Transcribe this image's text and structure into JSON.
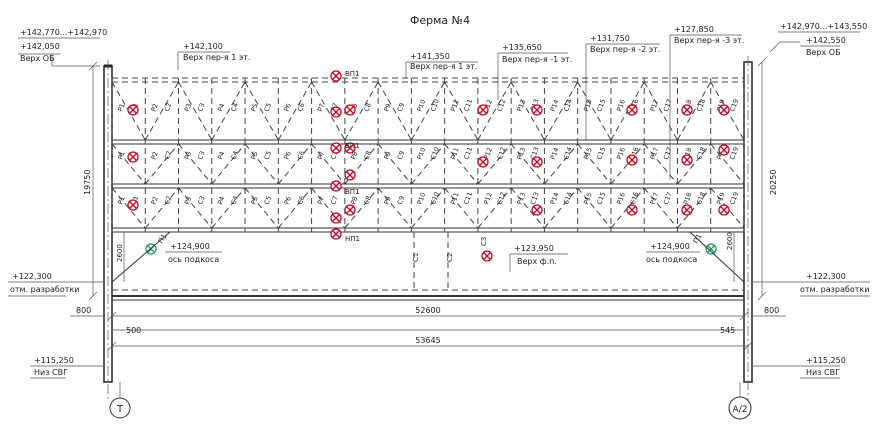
{
  "title": "Ферма №4",
  "levels": {
    "tl1": "+142,770...+142,970",
    "tl2": "+142,050",
    "tl2_note": "Верх ОБ",
    "l_142100": "+142,100",
    "l_142100_note": "Верх пер-я 1 эт.",
    "l_141350": "+141,350",
    "l_141350_note": "Верх пер-я 1 эт.",
    "l_135650": "+135,650",
    "l_135650_note": "Верх пер-я -1 эт.",
    "l_131750": "+131,750",
    "l_131750_note": "Верх пер-я -2 эт.",
    "l_127850": "+127,850",
    "l_127850_note": "Верх пер-я -3 эт.",
    "tr1": "+142,970...+143,550",
    "tr2": "+142,550",
    "tr2_note": "Верх ОБ",
    "l_124900a": "+124,900",
    "l_124900a_note": "ось подкоса",
    "l_123950": "+123,950",
    "l_123950_note": "Верх ф.п.",
    "l_124900b": "+124,900",
    "l_124900b_note": "ось подкоса",
    "l_122300a": "+122,300",
    "l_122300a_note": "отм. разработки",
    "l_122300b": "+122,300",
    "l_122300b_note": "отм. разработки",
    "l_115250a": "+115,250",
    "l_115250a_note": "Низ СВГ",
    "l_115250b": "+115,250",
    "l_115250b_note": "Низ СВГ"
  },
  "dims": {
    "left_height": "19750",
    "right_height": "20250",
    "left_2600": "2600",
    "right_2600": "2600",
    "left_800": "800",
    "right_800": "800",
    "span_52600": "52600",
    "total_53645": "53645",
    "left_500": "500",
    "right_545": "545"
  },
  "axes": {
    "left": "Т",
    "right": "А/2"
  },
  "markers": {
    "vp1a": "ВП1",
    "vp1b": "ВП1",
    "vp1c": "ВП1",
    "np1": "НП1",
    "p1_left": "П1",
    "p1_right": "П1"
  },
  "row_labels": [
    [
      "Р1",
      "С1",
      "Р2",
      "С2",
      "Р3",
      "С3",
      "Р4",
      "С4",
      "Р5",
      "С5",
      "Р6",
      "С6",
      "Р7",
      "С7",
      "Р8",
      "С8",
      "Р9",
      "С9",
      "Р10",
      "С10",
      "Р11",
      "С11",
      "Р12",
      "С12",
      "Р13",
      "С13",
      "Р14",
      "С14",
      "Р15",
      "С15",
      "Р16",
      "С16",
      "Р17",
      "С17",
      "Р18",
      "С18",
      "Р19",
      "С19",
      "Р20"
    ]
  ],
  "bottom_labels": [
    "С1",
    "С2",
    "С3"
  ]
}
